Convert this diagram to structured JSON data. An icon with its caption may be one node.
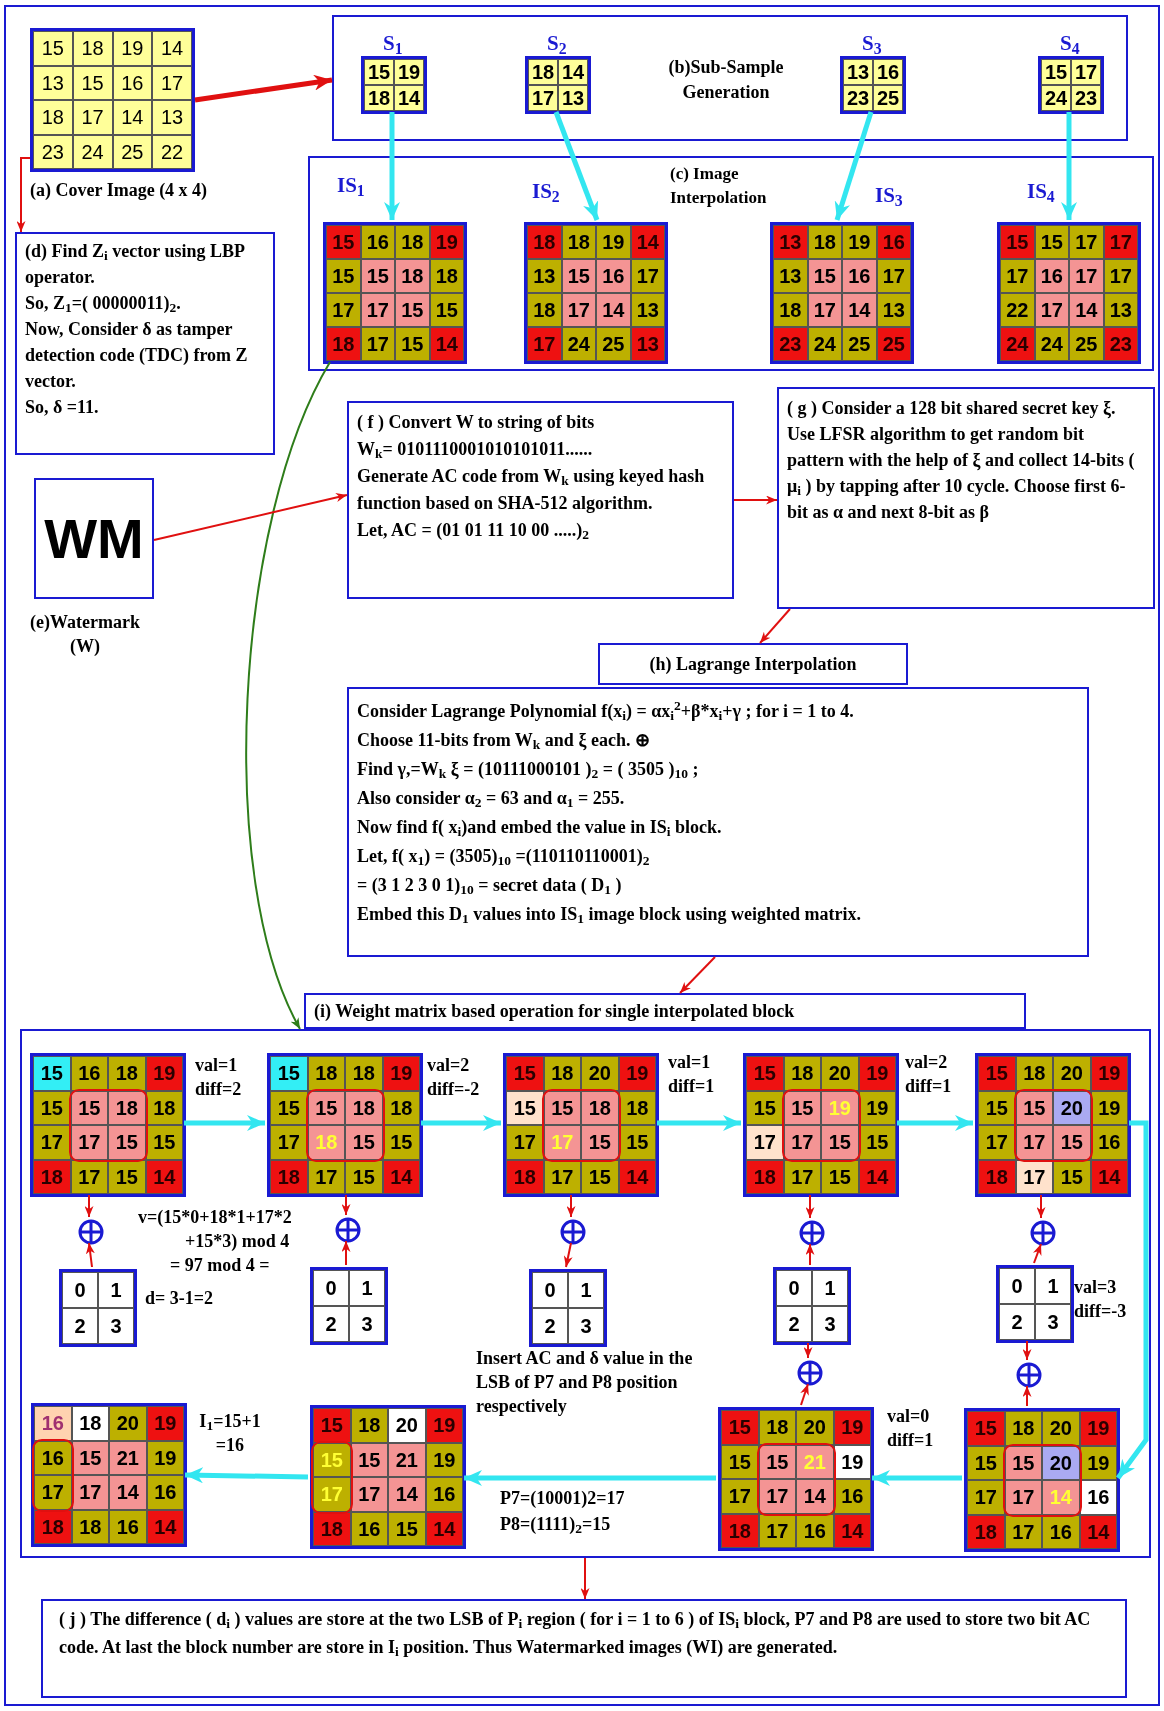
{
  "diagram": {
    "nodes": [
      {
        "text": [
          "15",
          "18",
          "19",
          "14",
          "13",
          "15",
          "16",
          "17",
          "18",
          "17",
          "14",
          "13",
          "23",
          "24",
          "25",
          "22"
        ],
        "beside": [
          "(a) Cover Image (4 x 4)"
        ]
      },
      {
        "text": [
          "(b)Sub-Sample Generation"
        ]
      },
      {
        "text": [
          "S$_{1}$",
          "15",
          "19",
          "18",
          "14"
        ],
        "in": 1
      },
      {
        "text": [
          "S$_{2}$",
          "18",
          "14",
          "17",
          "13"
        ],
        "in": 1
      },
      {
        "text": [
          "S$_{3}$",
          "13",
          "16",
          "23",
          "25"
        ],
        "in": 1
      },
      {
        "text": [
          "S$_{4}$",
          "15",
          "17",
          "24",
          "23"
        ],
        "in": 1
      },
      {
        "text": [
          "(c) Image Interpolation"
        ]
      },
      {
        "text": [
          "IS$_{1}$",
          "15",
          "16",
          "18",
          "19",
          "15",
          "15",
          "18",
          "18",
          "17",
          "17",
          "15",
          "15",
          "18",
          "17",
          "15",
          "14"
        ],
        "in": 6
      },
      {
        "text": [
          "IS$_{2}$",
          "18",
          "18",
          "19",
          "14",
          "13",
          "15",
          "16",
          "17",
          "18",
          "17",
          "14",
          "13",
          "17",
          "24",
          "25",
          "13"
        ],
        "in": 6
      },
      {
        "text": [
          "IS$_{3}$",
          "13",
          "18",
          "19",
          "16",
          "13",
          "15",
          "16",
          "17",
          "18",
          "17",
          "14",
          "13",
          "23",
          "24",
          "25",
          "25"
        ],
        "in": 6
      },
      {
        "text": [
          "IS$_{4}$",
          "15",
          "15",
          "17",
          "17",
          "17",
          "16",
          "17",
          "17",
          "22",
          "17",
          "14",
          "13",
          "24",
          "24",
          "25",
          "23"
        ],
        "in": 6
      },
      {
        "text": [
          "(d) Find Z$_{i}$ vector using LBP operator.",
          "So, Z$_{1}$=( 00000011)$_{2}$.",
          "Now, Consider δ as tamper detection code (TDC) from Z vector.",
          "So, δ =11."
        ]
      },
      {
        "text": [
          "WM"
        ],
        "beside": [
          "(e)Watermark (W)"
        ]
      },
      {
        "text": [
          "( f ) Convert W to string of bits",
          "W$_{k}$= 0101110001010101011......",
          "Generate AC code from W$_{k}$ using keyed hash function based on SHA-512 algorithm.",
          "Let, AC = (01 01 11 10 00 .....)$_{2}$"
        ]
      },
      {
        "text": [
          "( g ) Consider a 128 bit shared secret key ξ.",
          "Use LFSR algorithm to get random bit pattern with the help of ξ and collect 14-bits ( μ$_{i}$ ) by tapping after 10 cycle. Choose first 6-bit as α and next 8-bit as β"
        ]
      },
      {
        "text": [
          "(h) Lagrange Interpolation"
        ]
      },
      {
        "text": [
          "Consider Lagrange Polynomial f(x$_{i}$) = αx$_{i}$$^{2}$+β*x$_{i}$+γ ; for i = 1 to 4.",
          "Choose 11-bits from W$_{k}$ and ξ each. ⊕",
          "Find γ,=W$_{k}$ ξ = (10111000101 )$_{2}$ = ( 3505 )$_{10}$ ;",
          "Also consider α$_{2}$ = 63 and α$_{1}$ = 255.",
          "Now find f( x$_{i}$)and embed the value in IS$_{i}$ block.",
          "Let, f( x$_{1}$) = (3505)$_{10}$ =(110110110001)$_{2}$",
          "= (3 1 2 3 0 1)$_{10}$ = secret data ( D$_{1}$ )",
          "Embed this D$_{1}$ values into IS$_{1}$ image block using weighted matrix."
        ]
      },
      {
        "text": [
          "(i) Weight matrix based operation for single interpolated block"
        ]
      },
      {
        "text": [],
        "shape": "box"
      },
      {
        "text": [
          "15",
          "16",
          "18",
          "19",
          "15",
          "15",
          "18",
          "18",
          "17",
          "17",
          "15",
          "15",
          "18",
          "17",
          "15",
          "14"
        ],
        "in": 18
      },
      {
        "text": [
          "15",
          "18",
          "18",
          "19",
          "15",
          "15",
          "18",
          "18",
          "17",
          "18",
          "15",
          "15",
          "18",
          "17",
          "15",
          "14"
        ],
        "in": 18
      },
      {
        "text": [
          "15",
          "18",
          "20",
          "19",
          "15",
          "15",
          "18",
          "18",
          "17",
          "17",
          "15",
          "15",
          "18",
          "17",
          "15",
          "14"
        ],
        "in": 18
      },
      {
        "text": [
          "15",
          "18",
          "20",
          "19",
          "15",
          "15",
          "19",
          "19",
          "17",
          "17",
          "15",
          "15",
          "18",
          "17",
          "15",
          "14"
        ],
        "in": 18
      },
      {
        "text": [
          "15",
          "18",
          "20",
          "19",
          "15",
          "15",
          "20",
          "19",
          "17",
          "17",
          "15",
          "16",
          "18",
          "17",
          "15",
          "14"
        ],
        "in": 18
      },
      {
        "text": [],
        "shape": "circle",
        "in": 18
      },
      {
        "text": [],
        "shape": "circle",
        "in": 18
      },
      {
        "text": [],
        "shape": "circle",
        "in": 18
      },
      {
        "text": [],
        "shape": "circle",
        "in": 18
      },
      {
        "text": [],
        "shape": "circle",
        "in": 18
      },
      {
        "text": [
          "0",
          "1",
          "2",
          "3"
        ],
        "in": 18,
        "beside": [
          "d= 3-1=2"
        ]
      },
      {
        "text": [
          "0",
          "1",
          "2",
          "3"
        ],
        "in": 18
      },
      {
        "text": [
          "0",
          "1",
          "2",
          "3"
        ],
        "in": 18
      },
      {
        "text": [
          "0",
          "1",
          "2",
          "3"
        ],
        "in": 18
      },
      {
        "text": [
          "0",
          "1",
          "2",
          "3"
        ],
        "in": 18
      },
      {
        "text": [],
        "shape": "circle",
        "in": 18
      },
      {
        "text": [],
        "shape": "circle",
        "in": 18
      },
      {
        "text": [
          "16",
          "18",
          "20",
          "19",
          "16",
          "15",
          "21",
          "19",
          "17",
          "17",
          "14",
          "16",
          "18",
          "18",
          "16",
          "14"
        ],
        "in": 18
      },
      {
        "text": [
          "15",
          "18",
          "20",
          "19",
          "15",
          "15",
          "21",
          "19",
          "17",
          "17",
          "14",
          "16",
          "18",
          "16",
          "15",
          "14"
        ],
        "in": 18
      },
      {
        "text": [
          "15",
          "18",
          "20",
          "19",
          "15",
          "15",
          "21",
          "19",
          "17",
          "17",
          "14",
          "16",
          "18",
          "17",
          "16",
          "14"
        ],
        "in": 18
      },
      {
        "text": [
          "15",
          "18",
          "20",
          "19",
          "15",
          "15",
          "20",
          "19",
          "17",
          "17",
          "14",
          "16",
          "18",
          "17",
          "16",
          "14"
        ],
        "in": 18
      },
      {
        "text": [
          "( j ) The difference ( d$_{i}$ ) values are store at the two LSB of P$_{i}$ region ( for i = 1 to 6 ) of IS$_{i}$ block, P7 and P8 are used to store two bit AC code. At last the block number are store in I$_{i}$ position. Thus Watermarked images (WI) are generated."
        ]
      }
    ],
    "edges": [
      {
        "from": 0,
        "to": 1,
        "arrow": "to",
        "style": "thick"
      },
      {
        "from": 0,
        "to": 11,
        "arrow": "to"
      },
      {
        "from": 2,
        "to": 7,
        "arrow": "to",
        "style": "thick",
        "color": "#33e6f0"
      },
      {
        "from": 3,
        "to": 8,
        "arrow": "to",
        "style": "thick",
        "color": "#33e6f0"
      },
      {
        "from": 4,
        "to": 9,
        "arrow": "to",
        "style": "thick",
        "color": "#33e6f0"
      },
      {
        "from": 5,
        "to": 10,
        "arrow": "to",
        "style": "thick",
        "color": "#33e6f0"
      },
      {
        "from": 7,
        "to": 18,
        "arrow": "to",
        "color": "#2e7d1a"
      },
      {
        "from": 12,
        "to": 13,
        "arrow": "to"
      },
      {
        "from": 13,
        "to": 14,
        "arrow": "to"
      },
      {
        "from": 14,
        "to": 15,
        "arrow": "to"
      },
      {
        "from": 16,
        "to": 17,
        "arrow": "to"
      },
      {
        "from": 19,
        "to": 20,
        "arrow": "to",
        "style": "thick",
        "color": "#33e6f0"
      },
      {
        "from": 20,
        "to": 21,
        "arrow": "to",
        "style": "thick",
        "color": "#33e6f0"
      },
      {
        "from": 21,
        "to": 22,
        "arrow": "to",
        "style": "thick",
        "color": "#33e6f0"
      },
      {
        "from": 22,
        "to": 23,
        "arrow": "to",
        "style": "thick",
        "color": "#33e6f0"
      },
      {
        "from": 23,
        "to": 39,
        "arrow": "to",
        "style": "thick",
        "color": "#33e6f0"
      },
      {
        "from": 39,
        "to": 38,
        "arrow": "to",
        "style": "thick",
        "color": "#33e6f0"
      },
      {
        "from": 38,
        "to": 37,
        "arrow": "to",
        "style": "thick",
        "color": "#33e6f0"
      },
      {
        "from": 37,
        "to": 36,
        "arrow": "to",
        "style": "thick",
        "color": "#33e6f0"
      },
      {
        "from": 19,
        "to": 24,
        "arrow": "to"
      },
      {
        "from": 29,
        "to": 24,
        "arrow": "to"
      },
      {
        "from": 20,
        "to": 25,
        "arrow": "to"
      },
      {
        "from": 30,
        "to": 25,
        "arrow": "to"
      },
      {
        "from": 21,
        "to": 26,
        "arrow": "to"
      },
      {
        "from": 26,
        "to": 31,
        "arrow": "to"
      },
      {
        "from": 22,
        "to": 27,
        "arrow": "to"
      },
      {
        "from": 32,
        "to": 27,
        "arrow": "to"
      },
      {
        "from": 23,
        "to": 28,
        "arrow": "to"
      },
      {
        "from": 33,
        "to": 28,
        "arrow": "to"
      },
      {
        "from": 32,
        "to": 34,
        "arrow": "to"
      },
      {
        "from": 38,
        "to": 34,
        "arrow": "to"
      },
      {
        "from": 33,
        "to": 35,
        "arrow": "to"
      },
      {
        "from": 39,
        "to": 35,
        "arrow": "to"
      },
      {
        "from": 18,
        "to": 40,
        "arrow": "to"
      }
    ],
    "labels": [
      "val=1 diff=2",
      "val=2 diff=-2",
      "val=1 diff=1",
      "val=2 diff=1",
      "v=(15*0+18*1+17*2",
      "+15*3) mod 4",
      "= 97 mod 4 =",
      "val=3 diff=-3",
      "Insert AC and δ value in the LSB of P7 and P8 position respectively",
      "I$_{1}$=15+1 =16",
      "val=0 diff=1",
      "P7=(10001)2=17",
      "P8=(1111)$_{2}$=15"
    ]
  }
}
